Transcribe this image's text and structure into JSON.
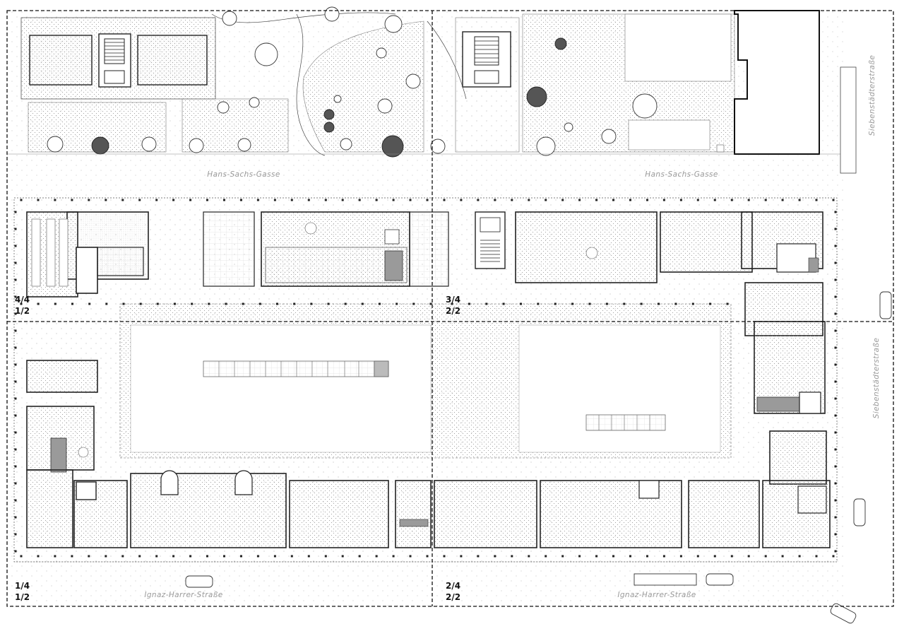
{
  "streets": {
    "north_left": "Hans-Sachs-Gasse",
    "north_right": "Hans-Sachs-Gasse",
    "south_left": "Ignaz-Harrer-Straße",
    "south_right": "Ignaz-Harrer-Straße",
    "east_upper": "Siebenstädterstraße",
    "east_lower": "Siebenstädterstraße"
  },
  "tiles": {
    "top_left": {
      "line1": "4/4",
      "line2": "1/2"
    },
    "top_right": {
      "line1": "3/4",
      "line2": "2/2"
    },
    "bottom_left": {
      "line1": "1/4",
      "line2": "1/2"
    },
    "bottom_right": {
      "line1": "2/4",
      "line2": "2/2"
    }
  },
  "colors": {
    "ink": "#222222",
    "hatch": "#9a9a9a",
    "grey_fill": "#9a9a9a",
    "paper": "#ffffff"
  }
}
